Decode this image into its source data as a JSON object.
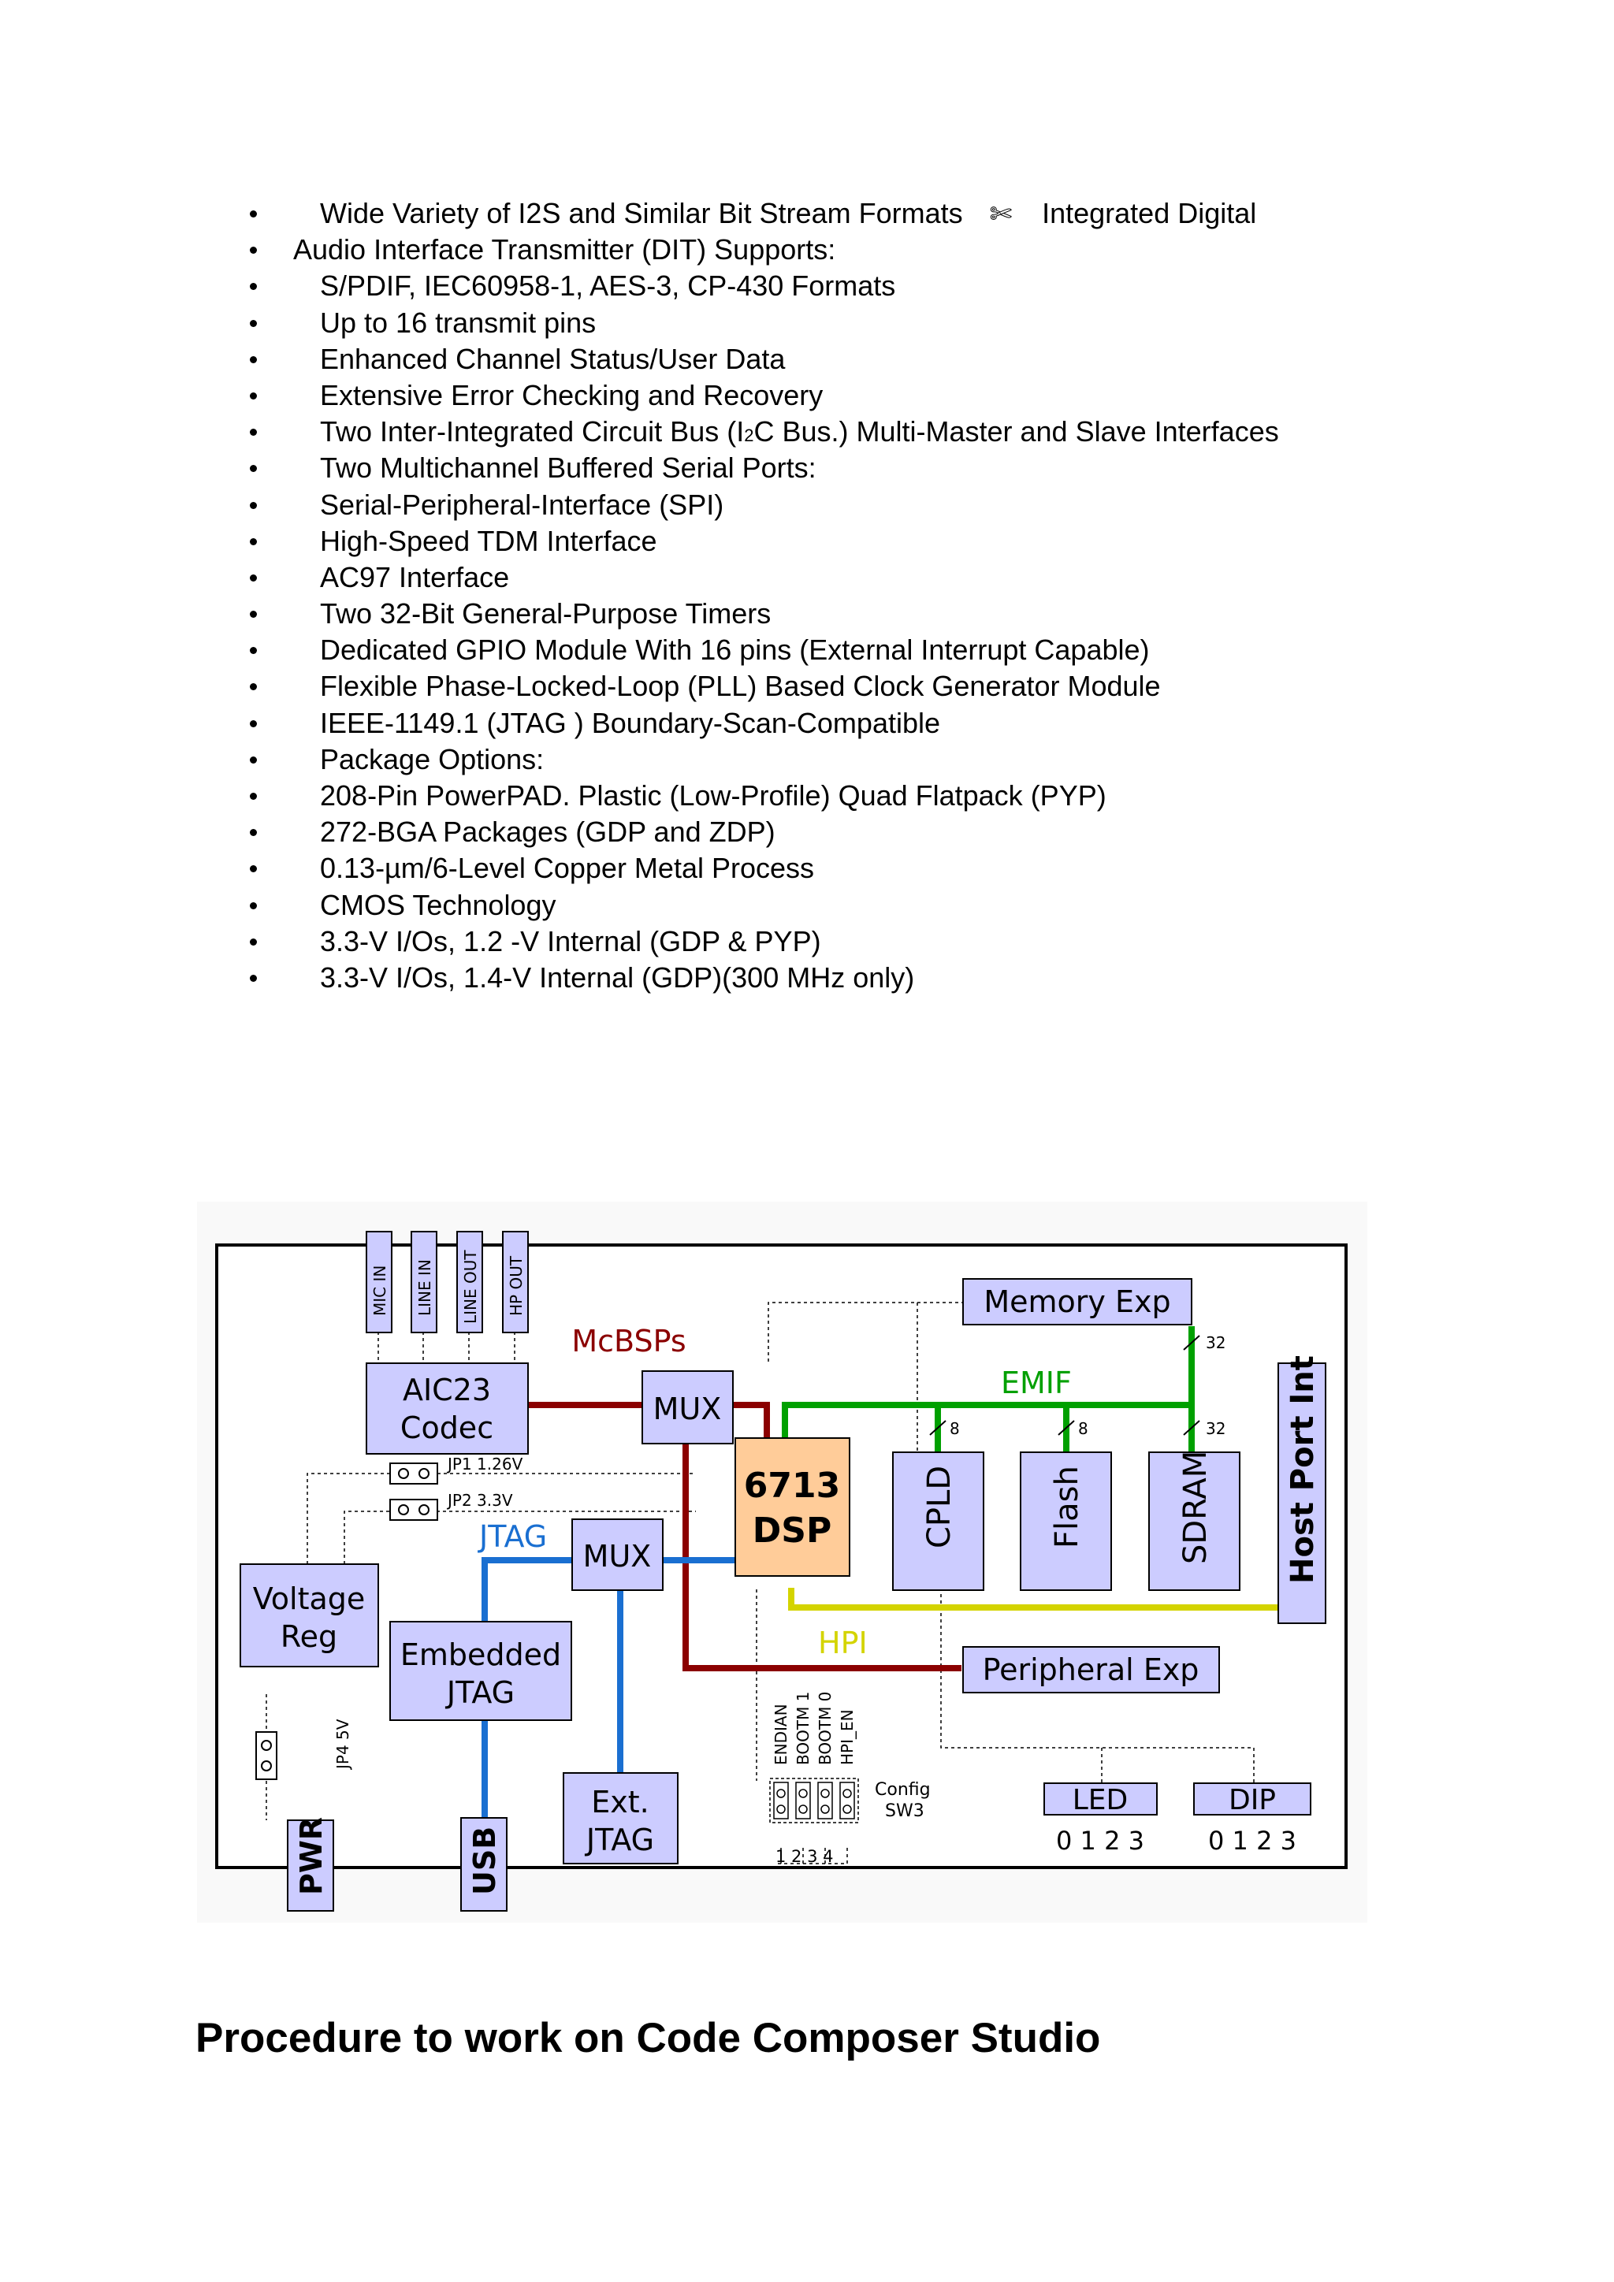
{
  "bullets": [
    {
      "text": "Wide Variety of I2S and Similar Bit Stream Formats",
      "scissor_icon": "scissors-icon",
      "after": "Integrated Digital"
    },
    {
      "text": "Audio Interface Transmitter (DIT) Supports:"
    },
    {
      "text": "S/PDIF, IEC60958-1, AES-3, CP-430 Formats"
    },
    {
      "text": "Up to 16 transmit pins"
    },
    {
      "text": "Enhanced Channel Status/User Data"
    },
    {
      "text": "Extensive Error Checking and Recovery"
    },
    {
      "text_a": "Two Inter-Integrated Circuit Bus (I",
      "sub": "2",
      "text_b": "C Bus.) Multi-Master and Slave Interfaces"
    },
    {
      "text": "Two Multichannel Buffered Serial Ports:"
    },
    {
      "text": "Serial-Peripheral-Interface (SPI)"
    },
    {
      "text": "High-Speed TDM Interface"
    },
    {
      "text": "AC97 Interface"
    },
    {
      "text": "Two 32-Bit General-Purpose Timers"
    },
    {
      "text": "Dedicated GPIO Module With 16 pins (External Interrupt Capable)"
    },
    {
      "text": "Flexible Phase-Locked-Loop (PLL) Based Clock Generator Module"
    },
    {
      "text": "IEEE-1149.1 (JTAG ) Boundary-Scan-Compatible"
    },
    {
      "text": "Package Options:"
    },
    {
      "text": "208-Pin PowerPAD. Plastic (Low-Profile) Quad Flatpack (PYP)"
    },
    {
      "text": "272-BGA Packages (GDP and ZDP)"
    },
    {
      "text": "0.13-µm/6-Level Copper Metal Process"
    },
    {
      "text": "CMOS Technology"
    },
    {
      "text": "3.3-V I/Os, 1.2 -V Internal (GDP & PYP)"
    },
    {
      "text": "3.3-V I/Os, 1.4-V Internal (GDP)(300 MHz only)"
    }
  ],
  "diagram": {
    "connectors": {
      "mic_in": "MIC IN",
      "line_in": "LINE IN",
      "line_out": "LINE OUT",
      "hp_out": "HP OUT"
    },
    "aic23": {
      "line1": "AIC23",
      "line2": "Codec"
    },
    "mcbsps": "McBSPs",
    "mux_top": "MUX",
    "memory_exp": "Memory Exp",
    "emif": "EMIF",
    "bus_widths": {
      "memory": "32",
      "cpld": "8",
      "flash": "8",
      "sdram": "32"
    },
    "dsp": {
      "line1": "6713",
      "line2": "DSP"
    },
    "cpld": "CPLD",
    "flash": "Flash",
    "sdram": "SDRAM",
    "host_port": "Host Port Int",
    "jp1": "JP1 1.26V",
    "jp2": "JP2 3.3V",
    "jtag": "JTAG",
    "mux_jtag": "MUX",
    "voltage_reg": {
      "line1": "Voltage",
      "line2": "Reg"
    },
    "embedded_jtag": {
      "line1": "Embedded",
      "line2": "JTAG"
    },
    "hpi": "HPI",
    "peripheral_exp": "Peripheral Exp",
    "jp4": "JP4 5V",
    "pwr": "PWR",
    "usb": "USB",
    "ext_jtag": {
      "line1": "Ext.",
      "line2": "JTAG"
    },
    "switch_labels": [
      "ENDIAN",
      "BOOTM 1",
      "BOOTM 0",
      "HPI_EN"
    ],
    "switch_numbers": "1 2 3 4",
    "config": {
      "line1": "Config",
      "line2": "SW3"
    },
    "led": {
      "label": "LED",
      "digits": "0 1 2 3"
    },
    "dip": {
      "label": "DIP",
      "digits": "0 1 2 3"
    },
    "colors": {
      "block_fill": "#ccccff",
      "dsp_fill": "#ffcc99",
      "mcbsp_bus": "#8b0000",
      "emif_bus": "#00a000",
      "jtag_bus": "#1a6fd1",
      "hpi_bus": "#d4d400"
    }
  },
  "heading": "Procedure to work on Code Composer Studio"
}
